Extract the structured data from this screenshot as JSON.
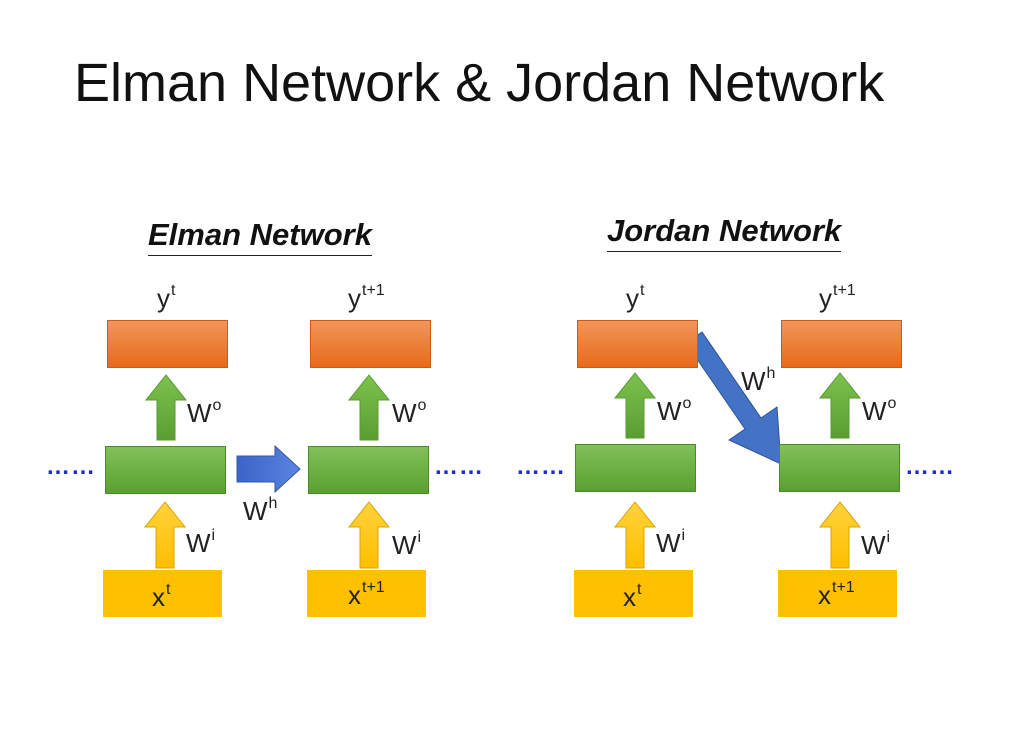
{
  "title": "Elman Network & Jordan Network",
  "elman": {
    "heading": "Elman Network",
    "y1": "y",
    "y1_sup": "t",
    "y2": "y",
    "y2_sup": "t+1",
    "x1": "x",
    "x1_sup": "t",
    "x2": "x",
    "x2_sup": "t+1",
    "wo": "W",
    "wo_sup": "o",
    "wi": "W",
    "wi_sup": "i",
    "wh": "W",
    "wh_sup": "h",
    "dots": "……"
  },
  "jordan": {
    "heading": "Jordan Network",
    "y1": "y",
    "y1_sup": "t",
    "y2": "y",
    "y2_sup": "t+1",
    "x1": "x",
    "x1_sup": "t",
    "x2": "x",
    "x2_sup": "t+1",
    "wo": "W",
    "wo_sup": "o",
    "wi": "W",
    "wi_sup": "i",
    "wh": "W",
    "wh_sup": "h",
    "dots": "……"
  },
  "colors": {
    "output": "#ed7d31",
    "hidden": "#70ad47",
    "input": "#ffc000",
    "recurrent_arrow": "#4472c4",
    "dots": "#1a2ed8"
  }
}
